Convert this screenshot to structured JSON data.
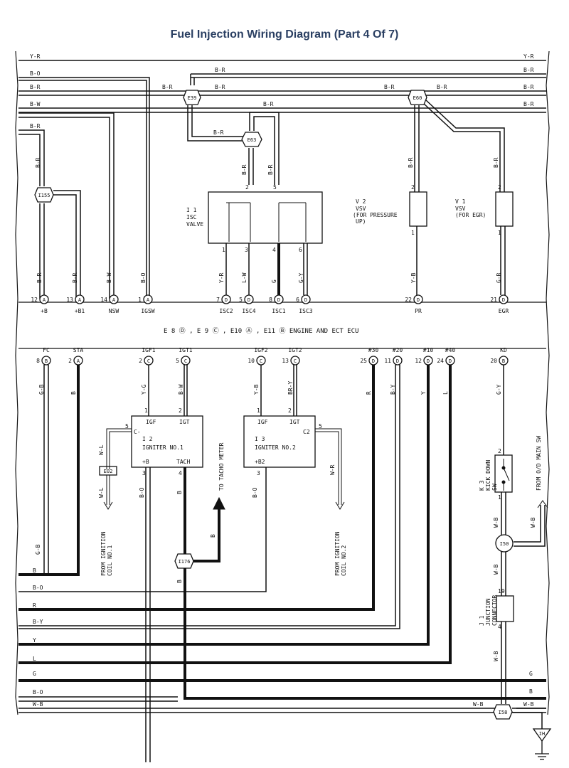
{
  "title": "Fuel Injection Wiring Diagram (Part 4 Of 7)",
  "ecu": {
    "label": "E 8 Ⓓ , E 9 Ⓒ , E10 Ⓐ , E11 Ⓑ ENGINE AND ECT ECU",
    "top_pins": [
      {
        "num": "12",
        "conn": "A",
        "name": "+B",
        "wire": "B-R"
      },
      {
        "num": "13",
        "conn": "A",
        "name": "+B1",
        "wire": "B-R"
      },
      {
        "num": "14",
        "conn": "A",
        "name": "NSW",
        "wire": "B-W"
      },
      {
        "num": "1",
        "conn": "A",
        "name": "IGSW",
        "wire": "B-O"
      },
      {
        "num": "7",
        "conn": "D",
        "name": "ISC2",
        "wire": "Y-R"
      },
      {
        "num": "5",
        "conn": "D",
        "name": "ISC4",
        "wire": "L-W"
      },
      {
        "num": "8",
        "conn": "D",
        "name": "ISC1",
        "wire": "G"
      },
      {
        "num": "6",
        "conn": "D",
        "name": "ISC3",
        "wire": "G-Y"
      },
      {
        "num": "22",
        "conn": "D",
        "name": "PR",
        "wire": "Y-B"
      },
      {
        "num": "21",
        "conn": "D",
        "name": "EGR",
        "wire": "G-R"
      }
    ],
    "bottom_pins": [
      {
        "num": "8",
        "conn": "B",
        "name": "FC",
        "wire": "G-B"
      },
      {
        "num": "2",
        "conn": "A",
        "name": "STA",
        "wire": "B"
      },
      {
        "num": "2",
        "conn": "C",
        "name": "IGF1",
        "wire": "Y-G"
      },
      {
        "num": "5",
        "conn": "C",
        "name": "IGT1",
        "wire": "B-W"
      },
      {
        "num": "10",
        "conn": "C",
        "name": "IGF2",
        "wire": "Y-B"
      },
      {
        "num": "13",
        "conn": "C",
        "name": "IGT2",
        "wire": "BR-Y"
      },
      {
        "num": "25",
        "conn": "D",
        "name": "#30",
        "wire": "R"
      },
      {
        "num": "11",
        "conn": "D",
        "name": "#20",
        "wire": "B-Y"
      },
      {
        "num": "12",
        "conn": "D",
        "name": "#10",
        "wire": "Y"
      },
      {
        "num": "24",
        "conn": "D",
        "name": "#40",
        "wire": "L"
      },
      {
        "num": "20",
        "conn": "B",
        "name": "KD",
        "wire": "G-Y"
      }
    ]
  },
  "top_wires": {
    "y_r": "Y-R",
    "b_o": "B-O",
    "b_r": "B-R",
    "b_w": "B-W"
  },
  "splices": {
    "e39": "E39",
    "e60": "E60",
    "e63": "E63",
    "i155": "I155",
    "i176": "I176",
    "i50": "I50",
    "i58": "I58",
    "e02": "E02",
    "ih": "IH"
  },
  "components": {
    "isc": {
      "id": "I 1",
      "name_line1": "ISC",
      "name_line2": "VALVE",
      "pins": [
        "2",
        "5",
        "1",
        "3",
        "4",
        "6"
      ]
    },
    "vsv_pressure": {
      "id": "V 2",
      "line1": "VSV",
      "line2": "(FOR PRESSURE",
      "line3": "UP)",
      "pin_top": "2",
      "pin_bottom": "1"
    },
    "vsv_egr": {
      "id": "V 1",
      "line1": "VSV",
      "line2": "(FOR EGR)",
      "pin_top": "2",
      "pin_bottom": "1"
    },
    "igniter1": {
      "id": "I 2",
      "name": "IGNITER NO.1",
      "igf": "IGF",
      "igt": "IGT",
      "c": "C-",
      "b": "+B",
      "tach": "TACH",
      "p1": "1",
      "p2": "2",
      "p3": "3",
      "p4": "4",
      "p5": "5"
    },
    "igniter2": {
      "id": "I 3",
      "name": "IGNITER NO.2",
      "igf": "IGF",
      "igt": "IGT",
      "c": "C2",
      "b": "+B2",
      "p1": "1",
      "p2": "2",
      "p3": "3",
      "p5": "5"
    },
    "kickdown": {
      "id": "K 3",
      "line1": "KICK DOWN",
      "line2": "SW",
      "pin_top": "2",
      "pin_bottom": "1"
    },
    "junction": {
      "id": "J 1",
      "line1": "JUNCTION",
      "line2": "CONNECTOR",
      "pin_top": "19",
      "pin_bottom": "4"
    }
  },
  "notes": {
    "from_coil1_a": "FROM IGNITION",
    "from_coil1_b": "COIL NO.1",
    "from_coil2_a": "FROM IGNITION",
    "from_coil2_b": "COIL NO.2",
    "to_tacho": "TO TACHO METER",
    "from_od": "FROM O/D MAIN SW"
  },
  "bottom_wires": [
    "B",
    "B-O",
    "R",
    "B-Y",
    "Y",
    "L",
    "G",
    "B-O",
    "W-B"
  ],
  "misc_wires": {
    "w_l": "W-L",
    "w_r": "W-R",
    "b_o": "B-O",
    "b": "B",
    "w_b": "W-B",
    "g": "G",
    "b_w": "B-W",
    "y_b": "Y-B",
    "g_b": "G-B"
  }
}
